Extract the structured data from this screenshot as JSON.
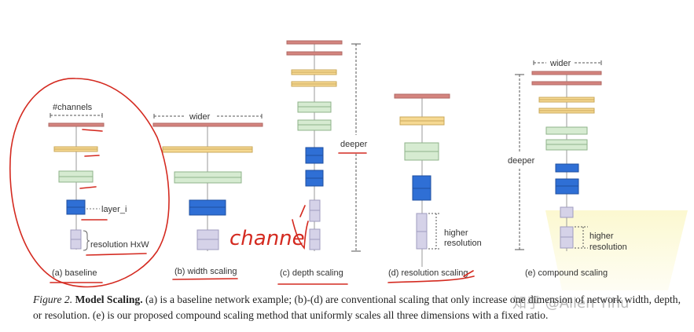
{
  "figure": {
    "baseline": {
      "channels_label": "#channels",
      "layer_label": "layer_i",
      "resolution_label": "resolution HxW",
      "caption": "(a) baseline"
    },
    "width": {
      "wider_label": "wider",
      "caption": "(b) width scaling"
    },
    "depth": {
      "deeper_label": "deeper",
      "caption": "(c) depth scaling"
    },
    "resolution": {
      "higher_line1": "higher",
      "higher_line2": "resolution",
      "caption": "(d) resolution scaling"
    },
    "compound": {
      "wider_label": "wider",
      "deeper_label": "deeper",
      "higher_line1": "higher",
      "higher_line2": "resolution",
      "caption": "(e) compound scaling"
    }
  },
  "annotations": {
    "handwritten_note": "channe"
  },
  "caption": {
    "label": "Figure 2.",
    "title": "Model Scaling.",
    "text": " (a) is a baseline network example; (b)-(d) are conventional scaling that only increase one dimension of network width, depth, or resolution. (e) is our proposed compound scaling method that uniformly scales all three dimensions with a fixed ratio."
  },
  "watermark": {
    "text": "知乎 @Allen Yihu"
  },
  "colors": {
    "red_block": "#d4847e",
    "yellow_block": "#f6d992",
    "green_block": "#d6ebd1",
    "blue_block": "#2f6fd5",
    "lilac_block": "#d5d2e8",
    "ink_red": "#d42a20"
  }
}
